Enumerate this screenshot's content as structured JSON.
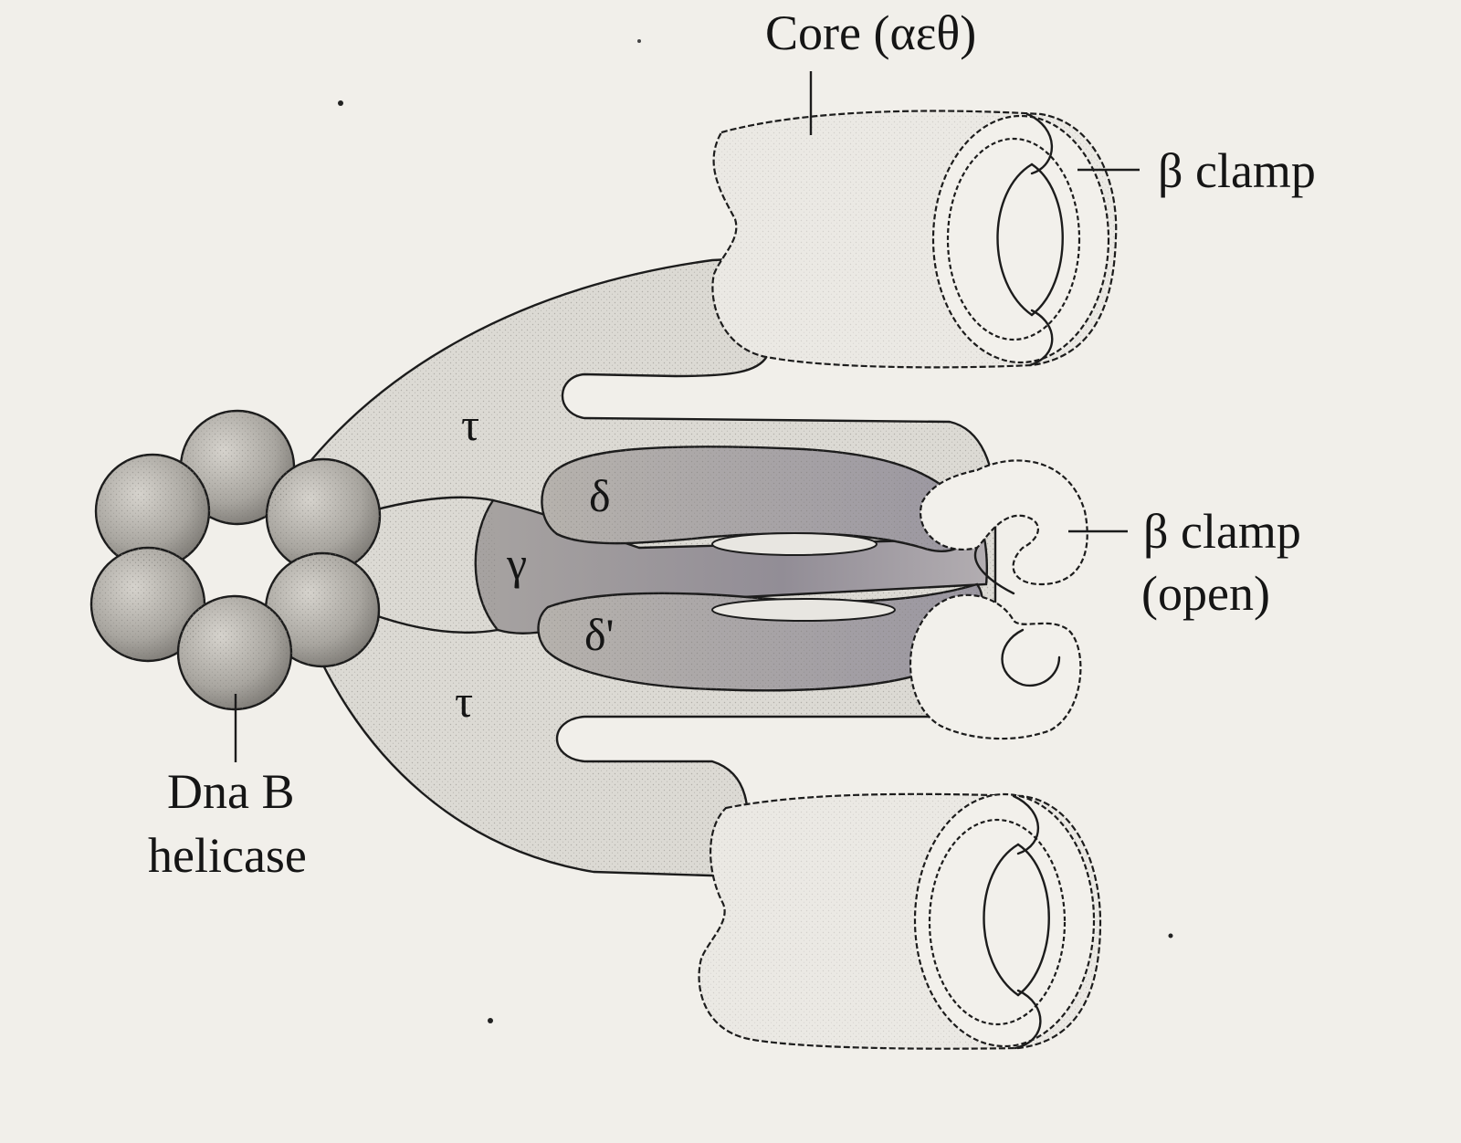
{
  "labels": {
    "core": "Core (αεθ)",
    "beta_clamp": "β clamp",
    "beta_clamp_open_line1": "β clamp",
    "beta_clamp_open_line2": "(open)",
    "helicase_line1": "Dna B",
    "helicase_line2": "helicase",
    "tau_upper": "τ",
    "tau_lower": "τ",
    "gamma": "γ",
    "delta": "δ",
    "delta_prime": "δ'"
  },
  "colors": {
    "background": "#f1efea",
    "line": "#1c1c1c",
    "light_shade": "#dcdad4",
    "medium_shade": "#b5b2ac",
    "dark_shade": "#8f8b90",
    "sphere_shade": "#9b9892"
  }
}
